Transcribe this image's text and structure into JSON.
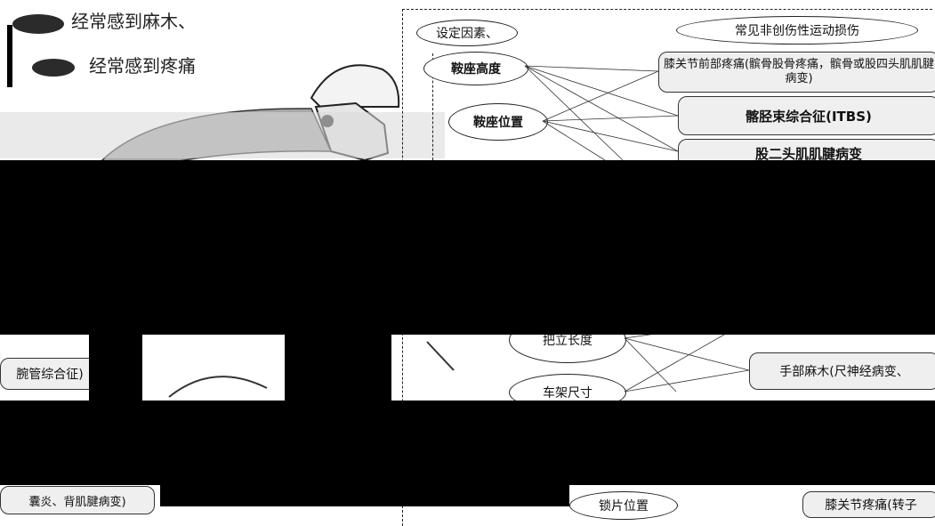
{
  "headings": {
    "numbness": "经常感到麻木、",
    "pain": "经常感到疼痛"
  },
  "diagram": {
    "left_column_title": "设定因素、",
    "right_column_title": "常见非创伤性运动损伤",
    "factors": [
      "鞍座高度",
      "鞍座位置",
      "把立长度",
      "车架尺寸",
      "锁片位置"
    ],
    "injuries": [
      "膝关节前部疼痛(髌骨股骨疼痛，髌骨或股四头肌肌腱病变)",
      "髂胫束综合征(ITBS)",
      "股二头肌肌腱病变",
      "手部麻木(尺神经病变、",
      "膝关节疼痛(转子"
    ],
    "left_partial_labels": [
      "腕管综合征)",
      "囊炎、背肌腱病变)"
    ]
  },
  "colors": {
    "band": "#000000",
    "background": "#ffffff",
    "box_fill": "#efefef"
  }
}
